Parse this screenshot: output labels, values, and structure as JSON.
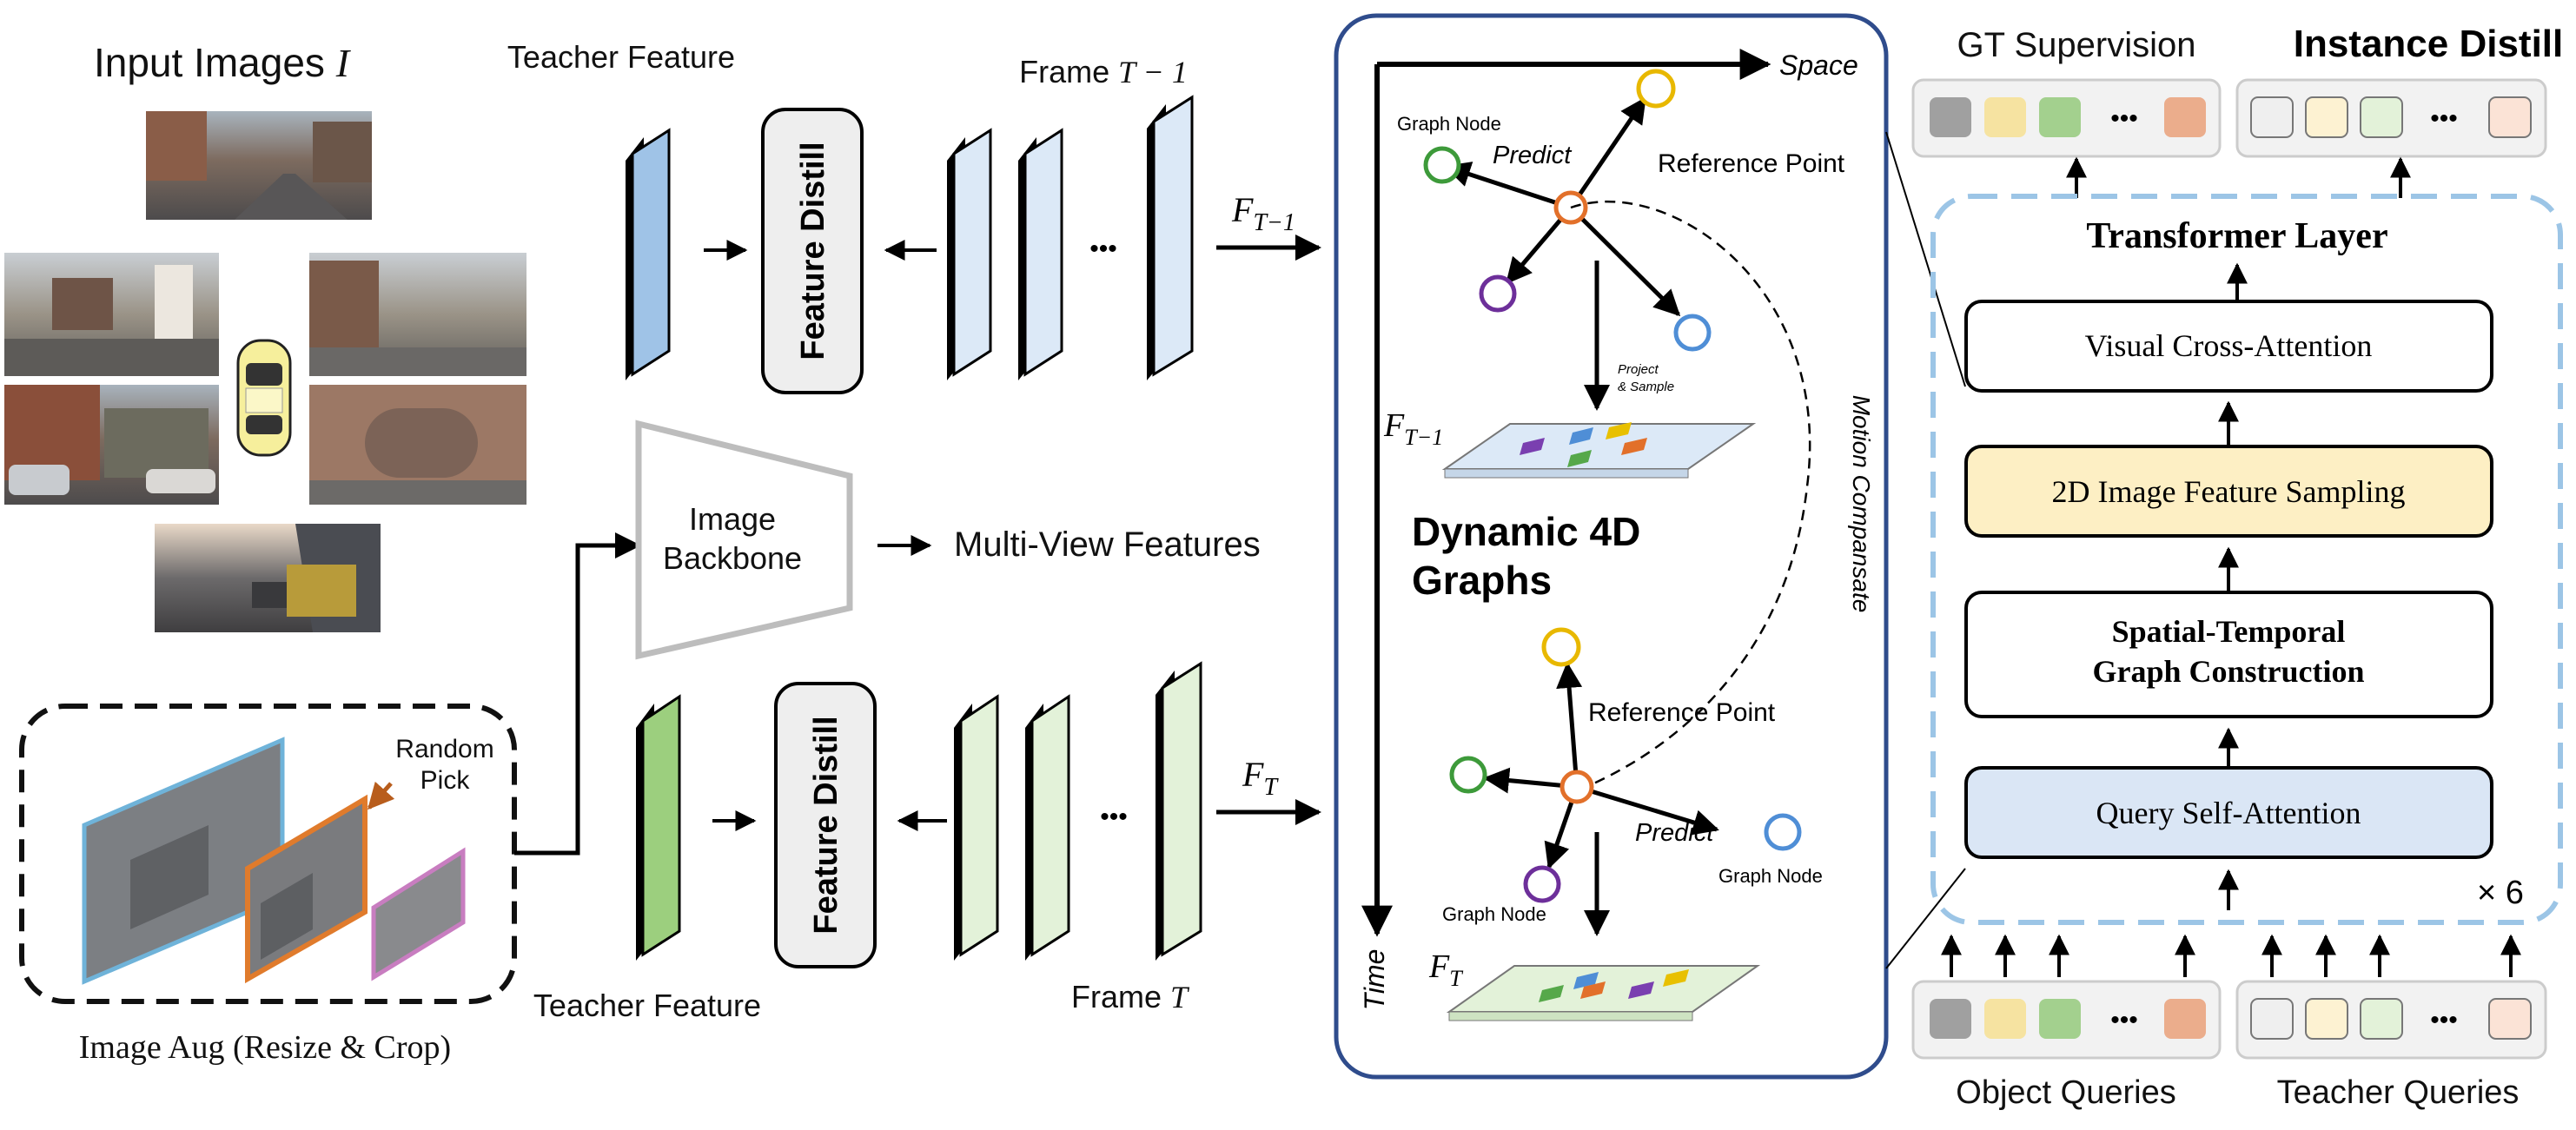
{
  "input_images": {
    "title": "Input Images",
    "symbol": "I"
  },
  "image_aug": {
    "caption": "Image Aug (Resize & Crop)",
    "random_pick_line1": "Random",
    "random_pick_line2": "Pick"
  },
  "teacher_top": {
    "teacher_label": "Teacher Feature",
    "distill_label": "Feature Distill",
    "frame_label_prefix": "Frame",
    "frame_label_math": "T − 1",
    "dots": "•••",
    "out_sym": "F",
    "out_sub": "T−1"
  },
  "backbone": {
    "line1": "Image",
    "line2": "Backbone",
    "output": "Multi-View Features"
  },
  "teacher_bottom": {
    "teacher_label": "Teacher Feature",
    "distill_label": "Feature Distill",
    "frame_label_prefix": "Frame",
    "frame_label_math": "T",
    "dots": "•••",
    "out_sym": "F",
    "out_sub": "T"
  },
  "graph_panel": {
    "space_label": "Space",
    "time_label": "Time",
    "graph_node_label": "Graph Node",
    "predict_label": "Predict",
    "reference_point_label": "Reference Point",
    "project_sample_line1": "Project",
    "project_sample_line2": "& Sample",
    "ft1_sym": "F",
    "ft1_sub": "T−1",
    "ft_sym": "F",
    "ft_sub": "T",
    "title_line1": "Dynamic 4D",
    "title_line2": "Graphs",
    "motion_label": "Motion Compansate"
  },
  "decoder": {
    "gt_supervision": "GT Supervision",
    "instance_distill": "Instance Distill",
    "transformer_layer": "Transformer Layer",
    "visual_cross_attention": "Visual Cross-Attention",
    "feature_sampling": "2D Image Feature Sampling",
    "graph_construction_line1": "Spatial-Temporal",
    "graph_construction_line2": "Graph Construction",
    "query_self_attention": "Query Self-Attention",
    "repeat": "× 6",
    "object_queries": "Object Queries",
    "teacher_queries": "Teacher Queries",
    "dots": "•••"
  },
  "colors": {
    "teacher_blue": "#9fc3e7",
    "frame_blue": "#dce9f7",
    "teacher_green": "#9ccf7e",
    "frame_green": "#e3f2d9",
    "panel_border": "#2f4c8c",
    "decoder_dash": "#9cc5e6",
    "sampling_fill": "#fdefc4",
    "self_attn_fill": "#dae6f5",
    "node_green": "#3d9a3a",
    "node_yellow": "#e8b800",
    "node_orange": "#e2702a",
    "node_purple": "#6d2f9a",
    "node_blue": "#4f8ed6",
    "aug_blue": "#6fb3d9",
    "aug_orange": "#e07b2c",
    "aug_pink": "#c87dc0",
    "query_gray": "#a0a0a0",
    "query_yellow": "#f6e3a1",
    "query_green": "#a3d08e",
    "query_orange": "#ebad8c"
  }
}
